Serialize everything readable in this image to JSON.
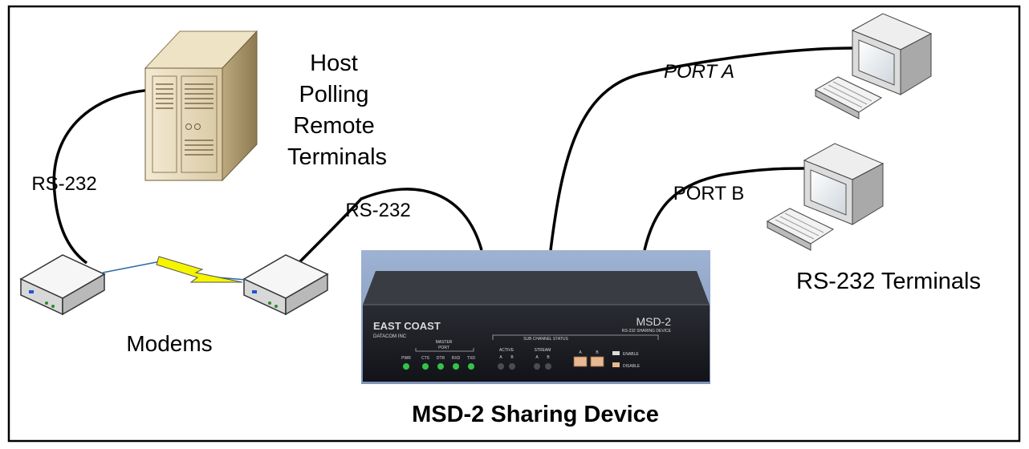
{
  "host": {
    "label_lines": [
      "Host",
      "Polling",
      "Remote",
      "Terminals"
    ]
  },
  "links": {
    "host_modem": "RS-232",
    "modem_device": "RS-232",
    "port_a": "PORT A",
    "port_b": "PORT B"
  },
  "modems_label": "Modems",
  "terminals_label": "RS-232 Terminals",
  "caption": "MSD-2 Sharing Device",
  "device": {
    "brand": "EAST COAST",
    "brand_sub": "DATACOM INC",
    "model": "MSD-2",
    "model_sub": "RS-232 SHARING DEVICE",
    "master_port": [
      "MASTER",
      "PORT"
    ],
    "leds": [
      "PWR",
      "CTS",
      "DTR",
      "RXD",
      "TXD"
    ],
    "sub_channel_status": "SUB CHANNEL STATUS",
    "active_label": "ACTIVE",
    "stream_label": "STREAM",
    "ab": [
      "A",
      "B"
    ],
    "enable_label": "ENABLE",
    "disable_label": "DISABLE"
  }
}
